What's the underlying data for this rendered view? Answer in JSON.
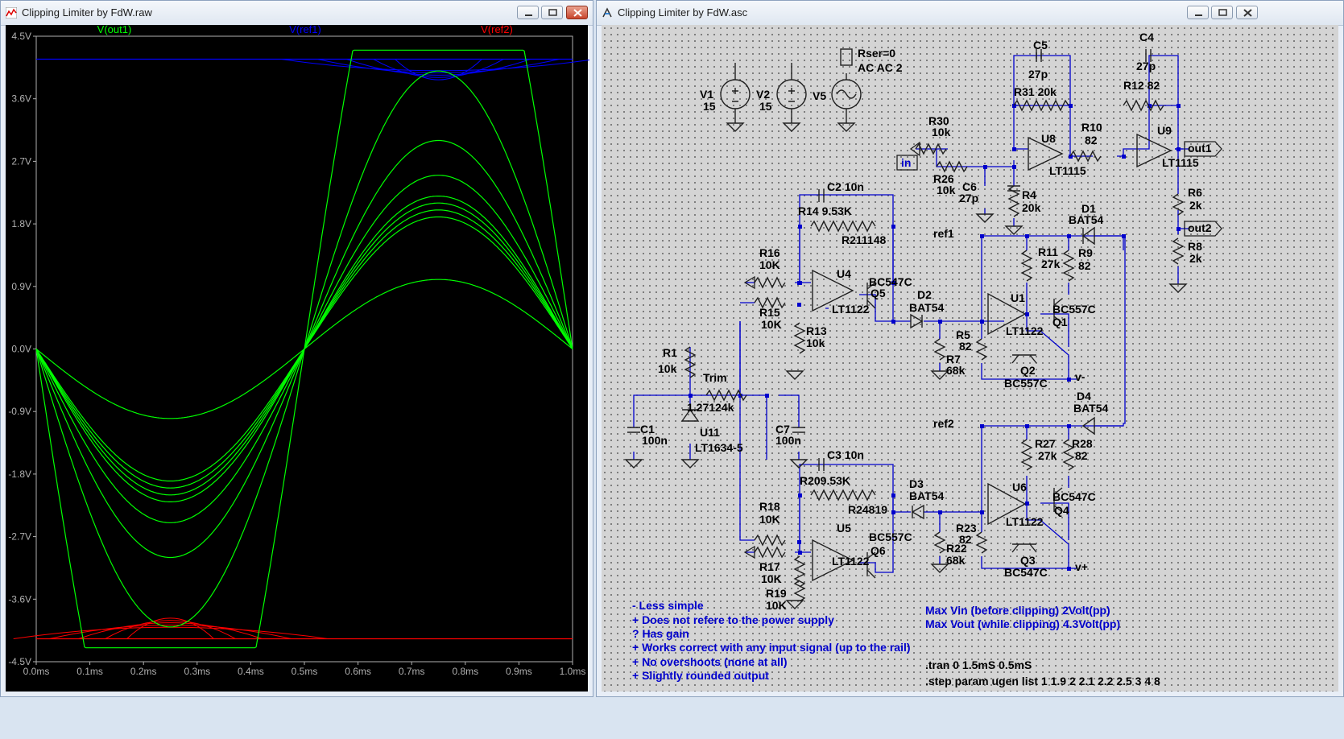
{
  "waveform_window": {
    "title": "Clipping Limiter by FdW.raw",
    "traces": [
      {
        "name": "V(out1)",
        "color": "#00ff00"
      },
      {
        "name": "V(ref1)",
        "color": "#0000ff"
      },
      {
        "name": "V(ref2)",
        "color": "#ff0000"
      }
    ],
    "y_ticks": [
      "4.5V",
      "3.6V",
      "2.7V",
      "1.8V",
      "0.9V",
      "0.0V",
      "-0.9V",
      "-1.8V",
      "-2.7V",
      "-3.6V",
      "-4.5V"
    ],
    "x_ticks": [
      "0.0ms",
      "0.1ms",
      "0.2ms",
      "0.3ms",
      "0.4ms",
      "0.5ms",
      "0.6ms",
      "0.7ms",
      "0.8ms",
      "0.9ms",
      "1.0ms"
    ]
  },
  "schematic_window": {
    "title": "Clipping Limiter by FdW.asc",
    "labels": {
      "v1": "V1",
      "v1_val": "15",
      "v2": "V2",
      "v2_val": "15",
      "v5": "V5",
      "rser": "Rser=0",
      "ac": "AC AC 2",
      "c5": "C5",
      "c5_val": "27p",
      "c4": "C4",
      "c4_val": "27p",
      "r31": "R31 20k",
      "r12": "R12 82",
      "u8": "U8",
      "u9": "U9",
      "r30": "R30",
      "r30_val": "10k",
      "r10": "R10",
      "r10_val": "82",
      "in": "in",
      "out1": "out1",
      "out2": "out2",
      "lt1115_a": "LT1115",
      "lt1115_b": "LT1115",
      "r26": "R26",
      "r26_val": "10k",
      "c6": "C6",
      "c6_val": "27p",
      "r4": "R4",
      "r4_val": "20k",
      "r6": "R6",
      "r6_val": "2k",
      "r8": "R8",
      "r8_val": "2k",
      "d1": "D1",
      "d1_val": "BAT54",
      "c2": "C2 10n",
      "r14": "R14 9.53K",
      "r21": "R211148",
      "ref1": "ref1",
      "r11": "R11",
      "r11_val": "27k",
      "r9": "R9",
      "r9_val": "82",
      "r16": "R16",
      "r16_val": "10K",
      "u4": "U4",
      "bc547c_q5": "BC547C",
      "q5": "Q5",
      "d2": "D2",
      "d2_val": "BAT54",
      "u1": "U1",
      "bc557c_q1": "BC557C",
      "q1": "Q1",
      "r15": "R15",
      "r15_val": "10K",
      "lt1122_u4": "LT1122",
      "r13": "R13",
      "r13_val": "10k",
      "r5": "R5",
      "r5_val": "82",
      "lt1122_u1": "LT1122",
      "r7": "R7",
      "r7_val": "68k",
      "q2": "Q2",
      "bc557c_q2": "BC557C",
      "vminus": "v-",
      "r1": "R1",
      "r1_val": "10k",
      "trim": "Trim",
      "trim_val": "1.27124k",
      "c1": "C1",
      "c1_val": "100n",
      "u11": "U11",
      "u11_val": "LT1634-5",
      "c7": "C7",
      "c7_val": "100n",
      "d4": "D4",
      "d4_val": "BAT54",
      "ref2": "ref2",
      "r27": "R27",
      "r27_val": "27k",
      "r28": "R28",
      "r28_val": "82",
      "c3": "C3 10n",
      "r20": "R209.53K",
      "r24": "R24819",
      "d3": "D3",
      "d3_val": "BAT54",
      "u6": "U6",
      "bc547c_q4": "BC547C",
      "q4": "Q4",
      "r18": "R18",
      "r18_val": "10K",
      "u5": "U5",
      "bc557c_q6": "BC557C",
      "q6": "Q6",
      "r23": "R23",
      "r23_val": "82",
      "lt1122_u6": "LT1122",
      "lt1122_u5": "LT1122",
      "r22": "R22",
      "r22_val": "68k",
      "r17": "R17",
      "r17_val": "10K",
      "q3": "Q3",
      "bc547c_q3": "BC547C",
      "vplus": "v+",
      "r19": "R19",
      "r19_val": "10K"
    },
    "notes": [
      "- Less simple",
      "+ Does not refere to the power supply",
      "? Has gain",
      "+ Works correct with any input signal (up to the rail)",
      "+ No overshoots (none at all)",
      "+ Slightly rounded output"
    ],
    "max_vin": "Max Vin (before clipping) 2Volt(pp)",
    "max_vout": "Max Vout (while clipping) 4.3Volt(pp)",
    "tran": ".tran 0 1.5mS 0.5mS",
    "step": ".step param ugen list 1 1.9 2 2.1 2.2 2.5 3 4 8"
  }
}
